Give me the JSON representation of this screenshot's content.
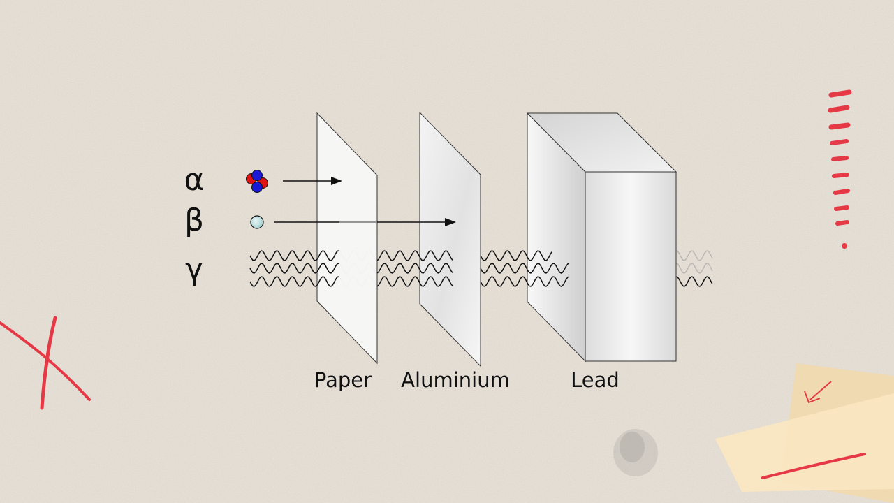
{
  "diagram": {
    "radiation_symbols": {
      "alpha": "α",
      "beta": "β",
      "gamma": "γ"
    },
    "barriers": {
      "paper": "Paper",
      "aluminium": "Aluminium",
      "lead": "Lead"
    }
  }
}
